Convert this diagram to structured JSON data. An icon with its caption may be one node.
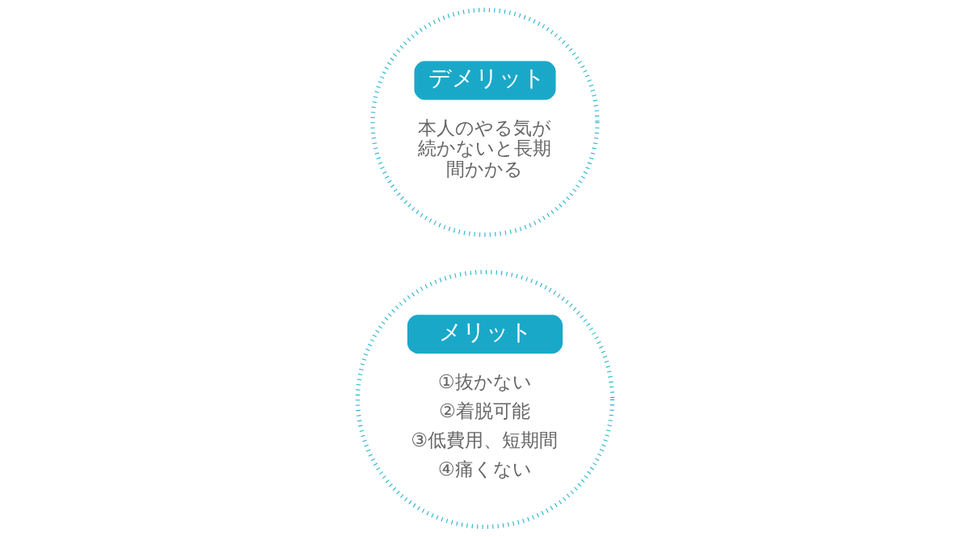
{
  "diagram": {
    "nodes": [
      {
        "text": [
          "メリット",
          "①抜かない",
          "②着脱可能",
          "③低費用、短期間",
          "④痛くない"
        ]
      },
      {
        "text": [
          "デメリット",
          "本人のやる気が続かないと長期間かかる"
        ]
      }
    ],
    "edges": []
  }
}
